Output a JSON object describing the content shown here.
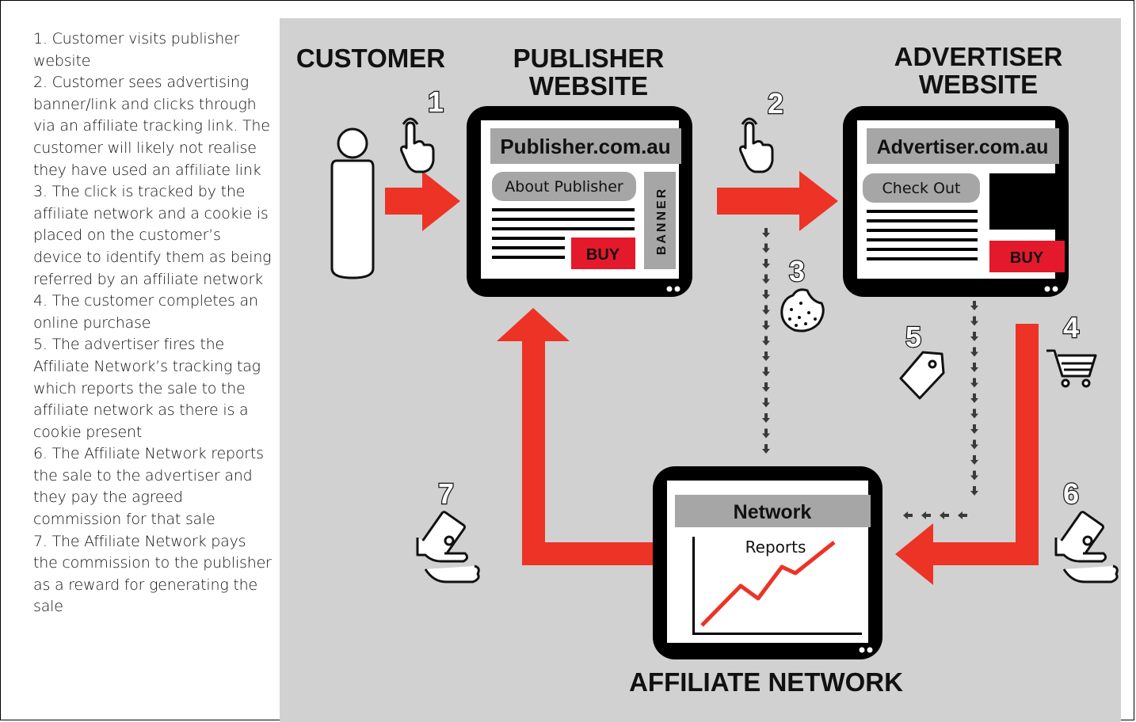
{
  "steps": [
    "1. Customer visits publisher website",
    "2. Customer sees advertising banner/link and clicks through via an affiliate tracking link. The customer will likely not realise they have used an affiliate link",
    "3. The click is tracked by the affiliate network and a cookie is placed on the customer’s device to identify them as being referred by an affiliate network",
    "4. The customer completes an online purchase",
    "5. The advertiser fires the Affiliate Network’s tracking tag which reports the sale to the affiliate network as there is a cookie present",
    "6. The Affiliate Network reports the sale to the advertiser and they pay the agreed commission for that sale",
    "7. The Affiliate Network pays the commission to the publisher as a reward for generating the sale"
  ],
  "diagram": {
    "customer_heading": "CUSTOMER",
    "publisher_heading": [
      "PUBLISHER",
      "WEBSITE"
    ],
    "advertiser_heading": [
      "ADVERTISER",
      "WEBSITE"
    ],
    "network_heading": "AFFILIATE NETWORK",
    "publisher_screen": {
      "domain": "Publisher.com.au",
      "button": "About Publisher",
      "banner": "BANNER",
      "buy": "BUY"
    },
    "advertiser_screen": {
      "domain": "Advertiser.com.au",
      "button": "Check Out",
      "buy": "BUY"
    },
    "network_screen": {
      "title": "Network",
      "subtitle": "Reports"
    },
    "step_numbers": [
      "1",
      "2",
      "3",
      "4",
      "5",
      "6",
      "7"
    ],
    "icons": [
      "person-icon",
      "tap-hand-icon",
      "cookie-icon",
      "price-tag-icon",
      "shopping-cart-icon",
      "money-hand-icon"
    ],
    "colors": {
      "arrow_red": "#ec3325",
      "buy_red": "#e4192b",
      "panel_gray": "#d1d1d1",
      "screen_black": "#000000",
      "header_gray": "#a6a6a6",
      "pill_gray": "#a6a6a6",
      "dashed_arrow": "#3a3a3a"
    }
  }
}
